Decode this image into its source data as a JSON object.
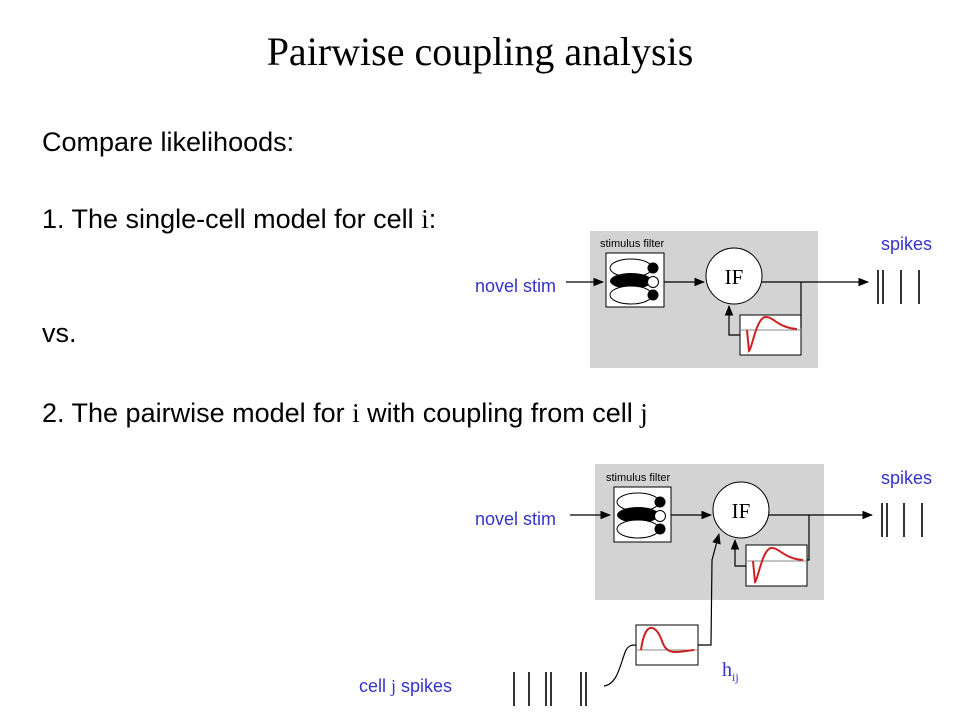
{
  "title": "Pairwise coupling analysis",
  "body": {
    "compare": "Compare likelihoods:",
    "item1_prefix": "1. The single-cell model for cell ",
    "item1_var": "i",
    "item1_suffix": ":",
    "vs": "vs.",
    "item2_prefix": "2.  The pairwise model for ",
    "item2_var_i": "i",
    "item2_mid": " with coupling from cell ",
    "item2_var_j": "j"
  },
  "diagram1": {
    "filter_label": "stimulus filter",
    "if_label": "IF",
    "input_label": "novel stim",
    "output_label": "spikes"
  },
  "diagram2": {
    "filter_label": "stimulus filter",
    "if_label": "IF",
    "input_label": "novel stim",
    "output_label": "spikes",
    "coupling_input_prefix": "cell ",
    "coupling_input_var": "j",
    "coupling_input_suffix": " spikes",
    "coupling_filter_label": "h",
    "coupling_filter_subscript": "ij"
  },
  "colors": {
    "label_blue": "#3333cc",
    "panel_gray": "#d3d3d3",
    "filter_red": "#cc2222",
    "text_black": "#000000"
  }
}
